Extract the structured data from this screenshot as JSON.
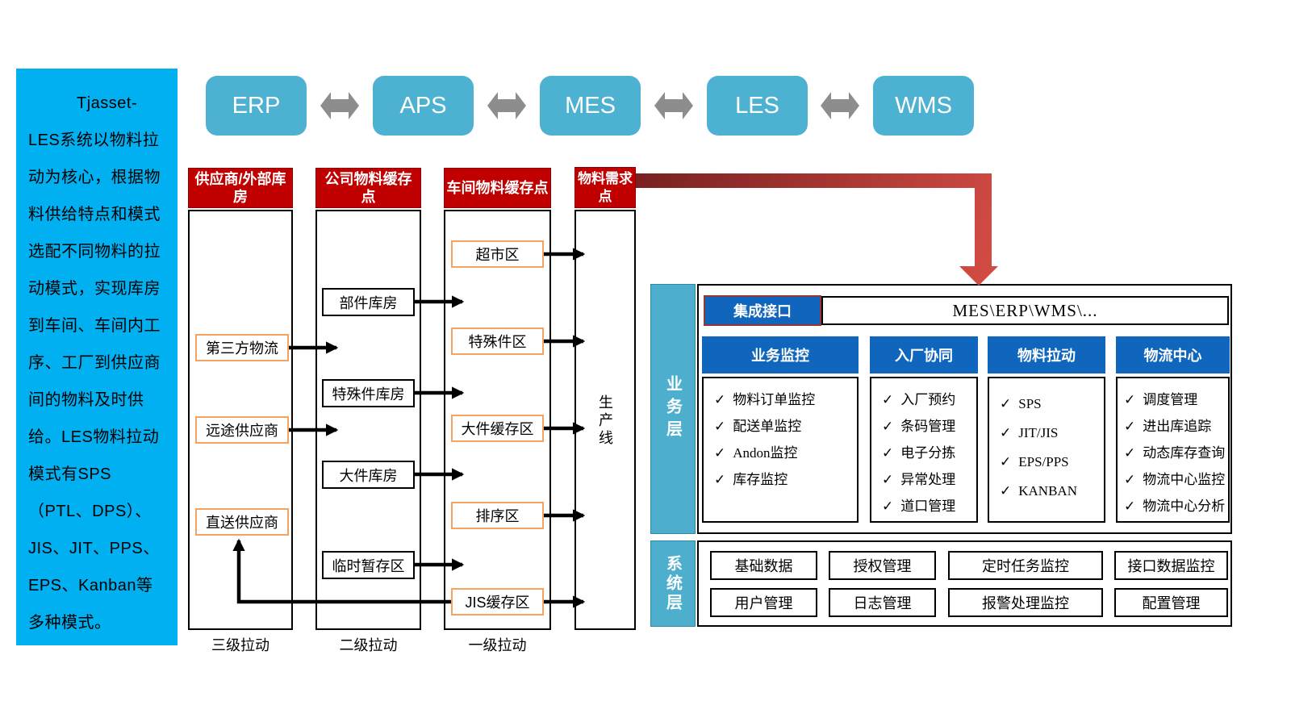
{
  "intro": {
    "text": "Tjasset-LES系统以物料拉动为核心，根据物料供给特点和模式选配不同物料的拉动模式，实现库房到车间、车间内工序、工厂到供应商间的物料及时供给。LES物料拉动模式有SPS（PTL、DPS）、JIS、JIT、PPS、EPS、Kanban等多种模式。"
  },
  "top_systems": {
    "items": [
      "ERP",
      "APS",
      "MES",
      "LES",
      "WMS"
    ]
  },
  "flow": {
    "columns": [
      {
        "header": "供应商/外部库房",
        "nodes": [
          "第三方物流",
          "远途供应商",
          "直送供应商"
        ],
        "footer": "三级拉动"
      },
      {
        "header": "公司物料缓存点",
        "nodes": [
          "部件库房",
          "特殊件库房",
          "大件库房",
          "临时暂存区"
        ],
        "footer": "二级拉动"
      },
      {
        "header": "车间物料缓存点",
        "nodes": [
          "超市区",
          "特殊件区",
          "大件缓存区",
          "排序区",
          "JIS缓存区"
        ],
        "footer": "一级拉动"
      },
      {
        "header": "物料需求点",
        "nodes": [
          "生产线"
        ],
        "footer": ""
      }
    ]
  },
  "business_layer": {
    "label": "业务层",
    "integration": {
      "label": "集成接口",
      "value": "MES\\ERP\\WMS\\..."
    },
    "check_glyph": "✓",
    "groups": [
      {
        "title": "业务监控",
        "items": [
          "物料订单监控",
          "配送单监控",
          "Andon监控",
          "库存监控"
        ]
      },
      {
        "title": "入厂协同",
        "items": [
          "入厂预约",
          "条码管理",
          "电子分拣",
          "异常处理",
          "道口管理"
        ]
      },
      {
        "title": "物料拉动",
        "items": [
          "SPS",
          "JIT/JIS",
          "EPS/PPS",
          "KANBAN"
        ]
      },
      {
        "title": "物流中心",
        "items": [
          "调度管理",
          "进出库追踪",
          "动态库存查询",
          "物流中心监控",
          "物流中心分析"
        ]
      }
    ]
  },
  "system_layer": {
    "label": "系统层",
    "rows": [
      [
        "基础数据",
        "授权管理",
        "定时任务监控",
        "接口数据监控"
      ],
      [
        "用户管理",
        "日志管理",
        "报警处理监控",
        "配置管理"
      ]
    ]
  },
  "colors": {
    "intro_bg": "#00B0F0",
    "chain_box": "#4DB1D2",
    "header_red": "#C00000",
    "node_orange_border": "#F4A460",
    "layer_sidebar": "#4DAECE",
    "button_blue": "#1066BD",
    "demand_arrow_dark": "#772120",
    "demand_arrow_light": "#D14B43",
    "gray_arrow": "#8D8D8D"
  }
}
